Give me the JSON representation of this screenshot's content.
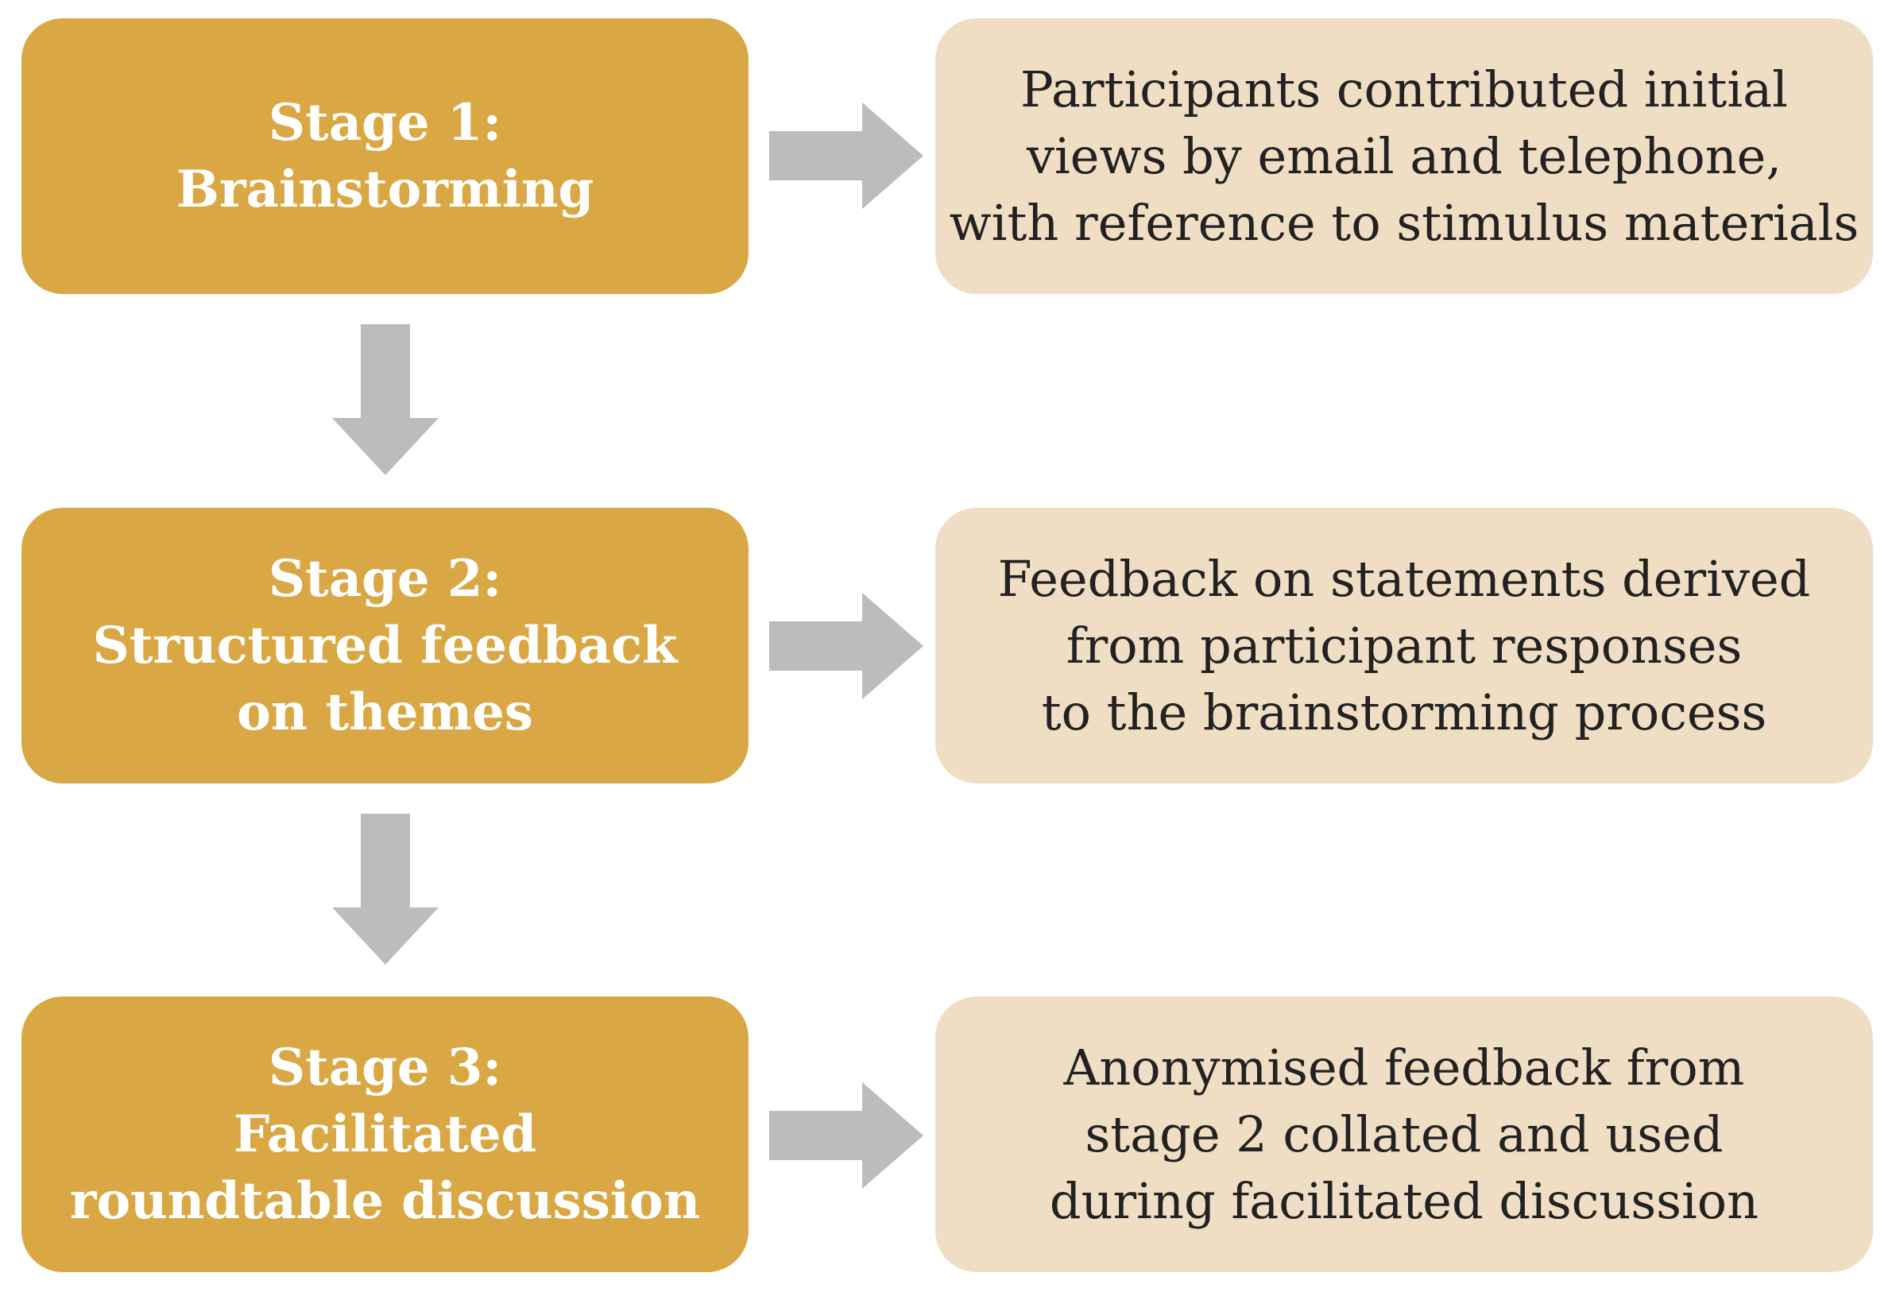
{
  "colors": {
    "stage_fill": "#D9A845",
    "desc_fill": "#F0DEC4",
    "arrow_fill": "#BDBBBB",
    "stage_text": "#FFFFFF",
    "desc_text": "#222222"
  },
  "stages": [
    {
      "title_lines": [
        "Stage 1:",
        "Brainstorming"
      ],
      "description_lines": [
        "Participants contributed initial",
        "views by email and telephone,",
        "with reference to stimulus materials"
      ]
    },
    {
      "title_lines": [
        "Stage 2:",
        "Structured feedback",
        "on themes"
      ],
      "description_lines": [
        "Feedback on statements derived",
        "from participant responses",
        "to the brainstorming process"
      ]
    },
    {
      "title_lines": [
        "Stage 3:",
        "Facilitated",
        "roundtable discussion"
      ],
      "description_lines": [
        "Anonymised feedback from",
        "stage 2 collated and used",
        "during facilitated discussion"
      ]
    }
  ]
}
